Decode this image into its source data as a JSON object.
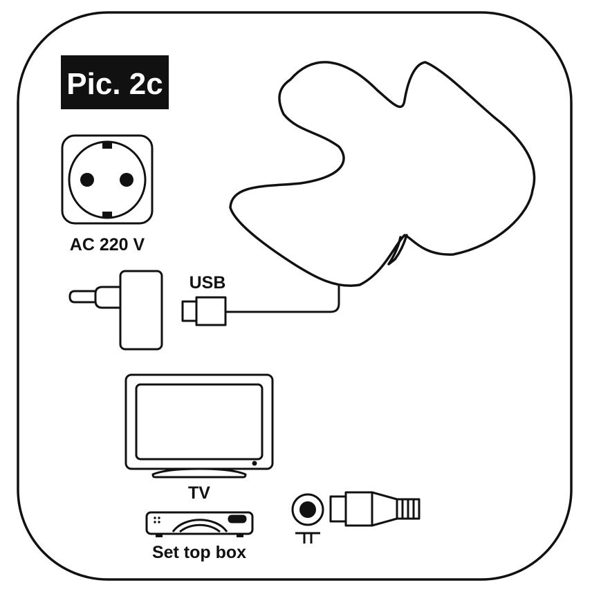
{
  "figure": {
    "tag": "Pic. 2c",
    "labels": {
      "socket": "AC 220 V",
      "usb": "USB",
      "tv": "TV",
      "set_top_box": "Set top box"
    },
    "icons": [
      "wall-socket-icon",
      "power-adapter-icon",
      "usb-plug-icon",
      "antenna-icon",
      "tv-icon",
      "set-top-box-icon",
      "antenna-input-jack-icon",
      "coax-plug-icon"
    ],
    "colors": {
      "ink": "#111111",
      "tag_bg": "#111111",
      "tag_text": "#ffffff",
      "background": "#ffffff"
    }
  }
}
